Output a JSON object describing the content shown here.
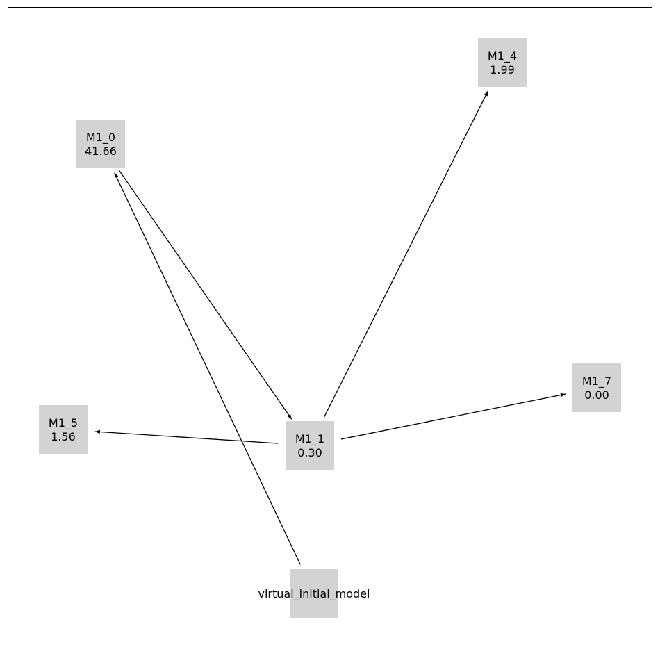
{
  "diagram": {
    "nodes": [
      {
        "id": "M1_0",
        "label": "M1_0",
        "value": "41.66"
      },
      {
        "id": "M1_4",
        "label": "M1_4",
        "value": "1.99"
      },
      {
        "id": "M1_7",
        "label": "M1_7",
        "value": "0.00"
      },
      {
        "id": "M1_5",
        "label": "M1_5",
        "value": "1.56"
      },
      {
        "id": "M1_1",
        "label": "M1_1",
        "value": "0.30"
      },
      {
        "id": "virtual_initial_model",
        "label": "virtual_initial_model",
        "value": ""
      }
    ],
    "edges": [
      {
        "from": "M1_0",
        "to": "M1_1"
      },
      {
        "from": "virtual_initial_model",
        "to": "M1_0"
      },
      {
        "from": "M1_1",
        "to": "M1_4"
      },
      {
        "from": "M1_1",
        "to": "M1_7"
      },
      {
        "from": "M1_1",
        "to": "M1_5"
      }
    ],
    "colors": {
      "node_fill": "#d3d3d3",
      "edge": "#000000",
      "border": "#000000"
    }
  }
}
